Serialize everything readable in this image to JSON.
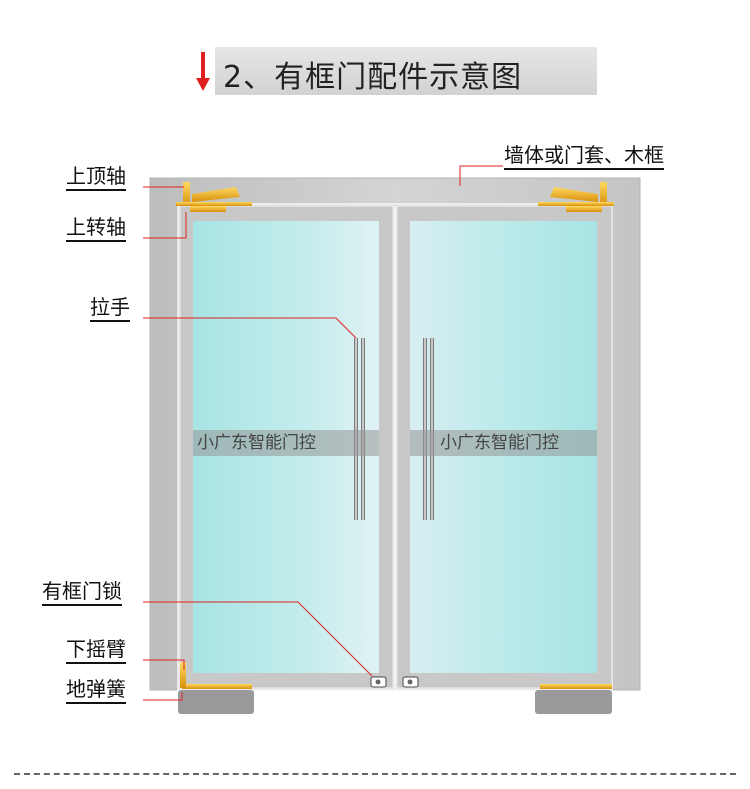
{
  "title": {
    "text": "2、有框门配件示意图"
  },
  "labels": {
    "top_pivot": "上顶轴",
    "top_rotating_pivot": "上转轴",
    "handle": "拉手",
    "frame_lock": "有框门锁",
    "bottom_arm": "下摇臂",
    "floor_spring": "地弹簧",
    "wall_frame": "墙体或门套、木框"
  },
  "watermark": {
    "left": "小广东智能门控",
    "right": "小广东智能门控"
  },
  "colors": {
    "frame": "#c9c9c9",
    "glass": "#aee6e6",
    "brass": "#f0b020",
    "leader": "#e02020",
    "arrow": "#e02020"
  }
}
